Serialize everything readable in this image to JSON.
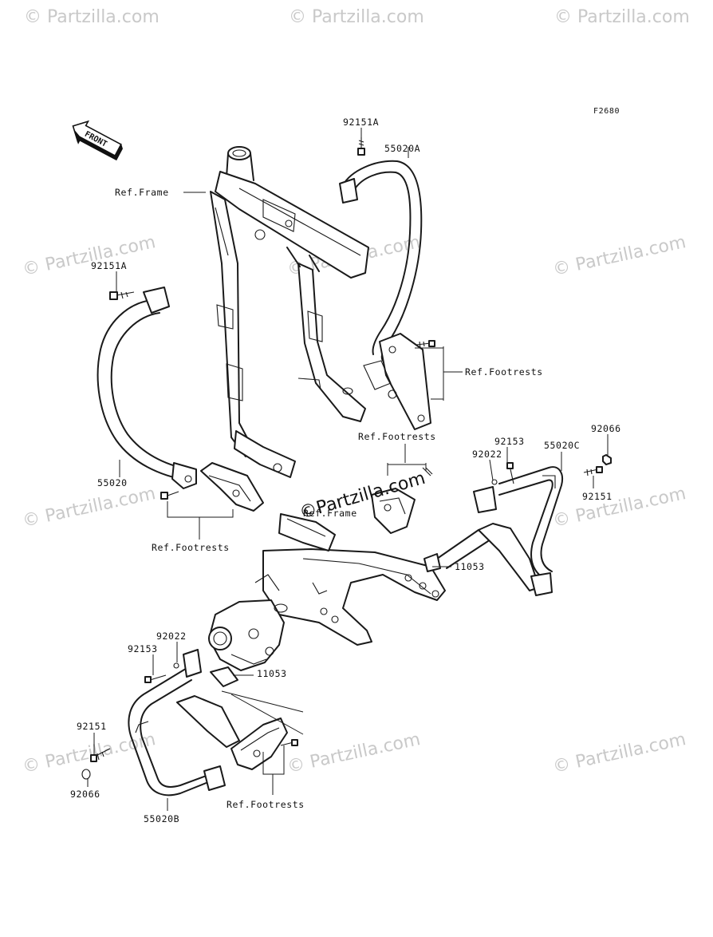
{
  "diagram": {
    "code": "F2680",
    "direction_arrow": "FRONT",
    "watermark_brand": "© Partzilla.com",
    "center_watermark": "©Partzilla.com",
    "labels": {
      "p92151A_top": "92151A",
      "p55020A": "55020A",
      "ref_frame_top": "Ref.Frame",
      "p92151A_left": "92151A",
      "ref_footrests_right": "Ref.Footrests",
      "ref_footrests_mid": "Ref.Footrests",
      "p92153_right": "92153",
      "p55020C": "55020C",
      "p92066_right": "92066",
      "p92022_right": "92022",
      "p92151_right": "92151",
      "p55020": "55020",
      "ref_footrests_left": "Ref.Footrests",
      "ref_frame_mid": "Ref.Frame",
      "p11053_right": "11053",
      "p92022_left": "92022",
      "p92153_left": "92153",
      "p11053_left": "11053",
      "p92151_left": "92151",
      "p92066_left": "92066",
      "ref_footrests_bottom": "Ref.Footrests",
      "p55020B": "55020B"
    }
  }
}
